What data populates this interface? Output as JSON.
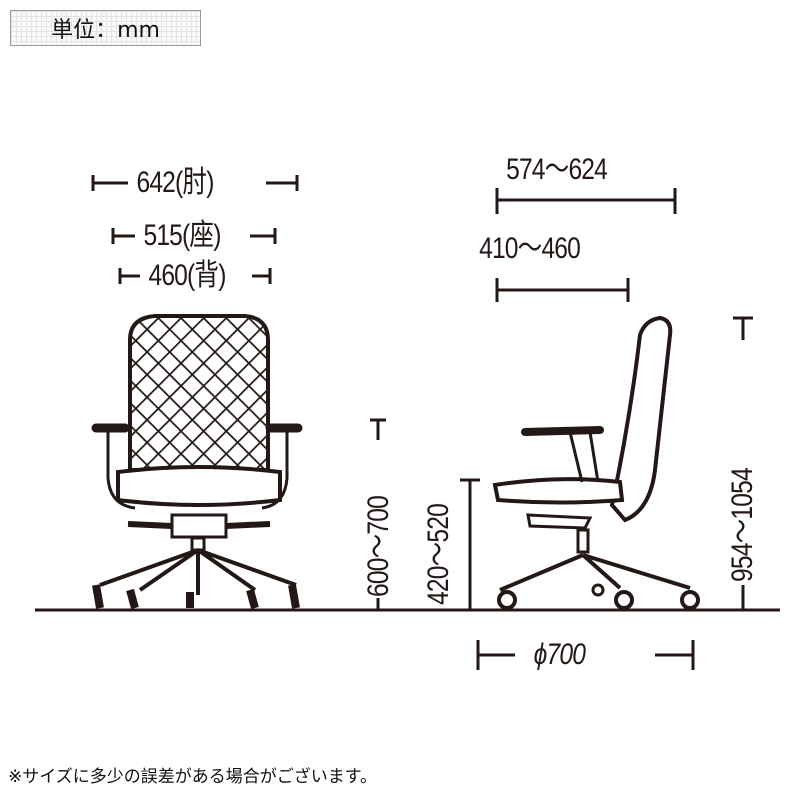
{
  "unit_label": "単位：mm",
  "front_view": {
    "armrest_width": "642(肘)",
    "seat_width": "515(座)",
    "back_width": "460(背)"
  },
  "side_view": {
    "overall_depth": "574～624",
    "seat_depth": "410～460",
    "armrest_height": "600～700",
    "seat_height": "420～520",
    "overall_height": "954～1054",
    "base_diameter": "ϕ700"
  },
  "footnote": "※サイズに多少の誤差がある場合がございます。",
  "colors": {
    "line": "#231815"
  }
}
